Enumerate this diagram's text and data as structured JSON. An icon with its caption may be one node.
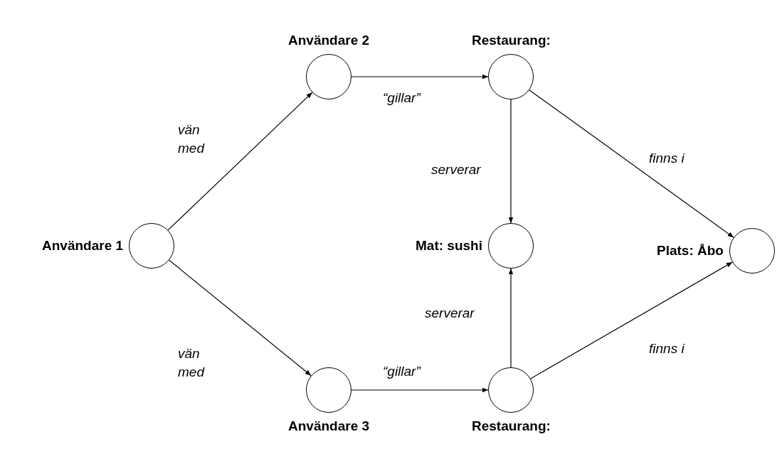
{
  "diagram": {
    "nodes": [
      {
        "text": [
          "Användare 1"
        ]
      },
      {
        "text": [
          "Användare 2"
        ]
      },
      {
        "text": [
          "Restaurang:"
        ]
      },
      {
        "text": [
          "Mat: sushi"
        ]
      },
      {
        "text": [
          "Plats: Åbo"
        ]
      },
      {
        "text": [
          "Användare 3"
        ]
      },
      {
        "text": [
          "Restaurang:"
        ]
      }
    ],
    "edges": [
      {
        "from": 0,
        "to": 1,
        "arrow": "to",
        "label": "vän med"
      },
      {
        "from": 0,
        "to": 5,
        "arrow": "to",
        "label": "vän med"
      },
      {
        "from": 1,
        "to": 2,
        "arrow": "to",
        "label": "“gillar”"
      },
      {
        "from": 5,
        "to": 6,
        "arrow": "to",
        "label": "“gillar”"
      },
      {
        "from": 2,
        "to": 3,
        "arrow": "to",
        "label": "serverar"
      },
      {
        "from": 6,
        "to": 3,
        "arrow": "to",
        "label": "serverar"
      },
      {
        "from": 2,
        "to": 4,
        "arrow": "to",
        "label": "finns i"
      },
      {
        "from": 6,
        "to": 4,
        "arrow": "to",
        "label": "finns i"
      }
    ]
  }
}
